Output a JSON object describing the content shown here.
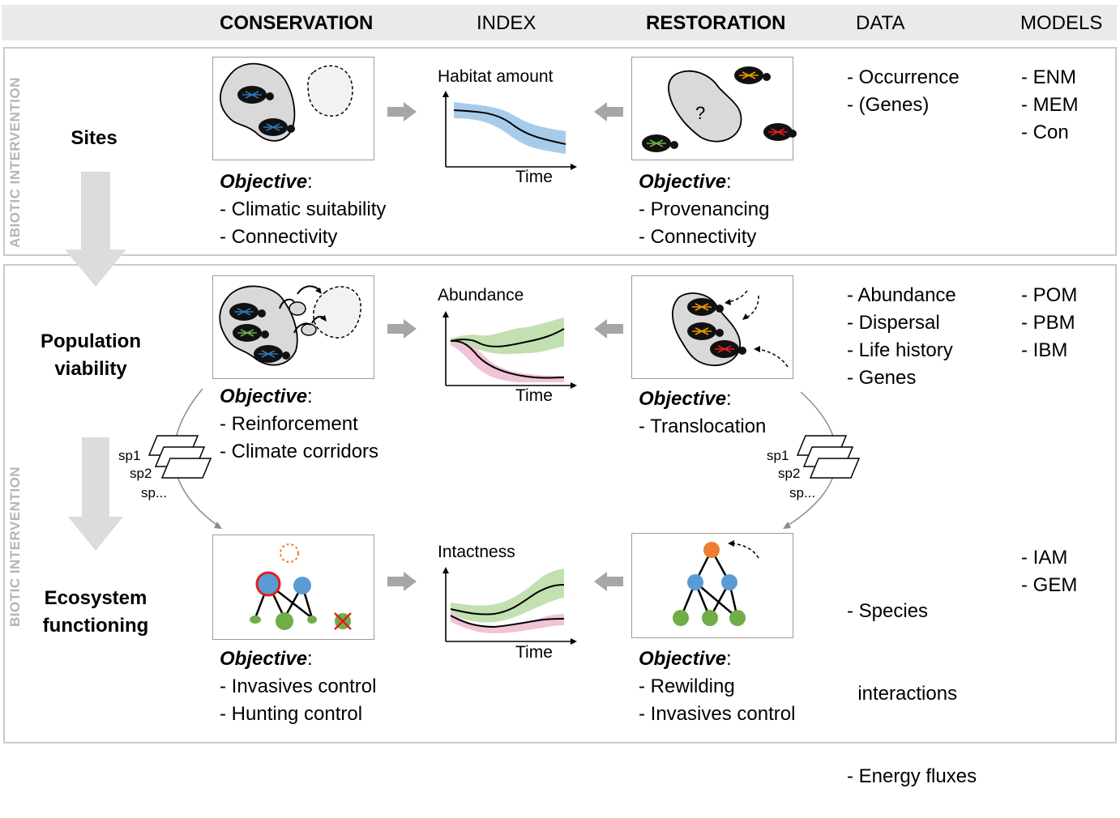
{
  "header": {
    "conservation": "CONSERVATION",
    "index": "INDEX",
    "restoration": "RESTORATION",
    "data": "DATA",
    "models": "MODELS"
  },
  "sections": {
    "abiotic": "ABIOTIC INTERVENTION",
    "biotic": "BIOTIC INTERVENTION"
  },
  "rows": [
    {
      "label": "Sites",
      "index_title": "Habitat amount",
      "time_label": "Time",
      "conservation_objective_title": "Objective",
      "conservation_objectives": [
        "- Climatic suitability",
        "- Connectivity"
      ],
      "restoration_objective_title": "Objective",
      "restoration_objectives": [
        "- Provenancing",
        "- Connectivity"
      ],
      "data": [
        "- Occurrence",
        "- (Genes)"
      ],
      "models": [
        "- ENM",
        "- MEM",
        "- Con"
      ],
      "panel_mark": "?"
    },
    {
      "label": "Population\nviability",
      "index_title": "Abundance",
      "time_label": "Time",
      "conservation_objective_title": "Objective",
      "conservation_objectives": [
        "- Reinforcement",
        "- Climate corridors"
      ],
      "restoration_objective_title": "Objective",
      "restoration_objectives": [
        "- Translocation"
      ],
      "data": [
        "- Abundance",
        "- Dispersal",
        "- Life history",
        "- Genes"
      ],
      "models": [
        "- POM",
        "- PBM",
        "- IBM"
      ]
    },
    {
      "label": "Ecosystem\nfunctioning",
      "index_title": "Intactness",
      "time_label": "Time",
      "conservation_objective_title": "Objective",
      "conservation_objectives": [
        "- Invasives control",
        "- Hunting control"
      ],
      "restoration_objective_title": "Objective",
      "restoration_objectives": [
        "- Rewilding",
        "- Invasives control"
      ],
      "data": [
        "- Species",
        "  interactions",
        "- Energy fluxes"
      ],
      "models": [
        "- IAM",
        "- GEM"
      ]
    }
  ],
  "species_stack": {
    "left": [
      "sp1",
      "sp2",
      "sp..."
    ],
    "right": [
      "sp1",
      "sp2",
      "sp..."
    ]
  },
  "colors": {
    "header_band": "#eaeaea",
    "section_border": "#c9c9c9",
    "arrow_grey": "#a6a6a6",
    "habitat_grey": "#d9d9d9",
    "blue_band": "#a9cbea",
    "green_band": "#c3e0b0",
    "pink_band": "#f1c3d7",
    "node_blue": "#5b9bd5",
    "node_green": "#70ad47",
    "node_orange": "#ed7d31",
    "node_red": "#e02020",
    "dna_blue": "#2e75b6",
    "dna_green": "#70ad47",
    "dna_orange": "#ed9a00",
    "dna_red": "#e02020"
  },
  "icons": [
    "turtle-icon",
    "dna-icon",
    "habitat-patch-icon",
    "food-web-icon",
    "arrow-right-icon",
    "arrow-left-icon",
    "arrow-down-icon",
    "curved-arrow-icon",
    "layer-stack-icon"
  ]
}
